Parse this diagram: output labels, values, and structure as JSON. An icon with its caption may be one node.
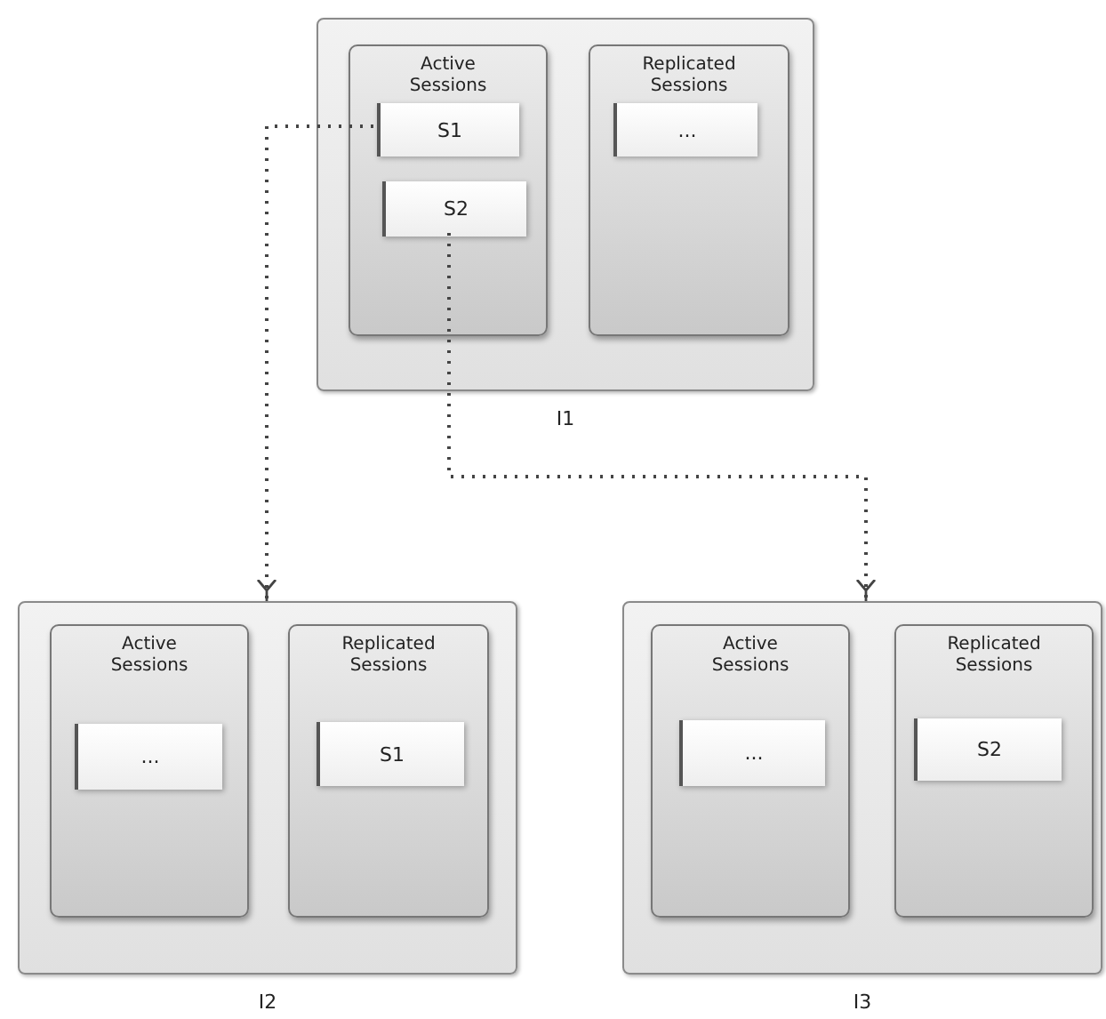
{
  "diagram": {
    "nodes": [
      {
        "text": [
          "I1"
        ]
      },
      {
        "text": [
          "Active Sessions"
        ],
        "in": 0
      },
      {
        "text": [
          "S1"
        ],
        "in": 1
      },
      {
        "text": [
          "S2"
        ],
        "in": 1
      },
      {
        "text": [
          "Replicated Sessions"
        ],
        "in": 0
      },
      {
        "text": [
          "..."
        ],
        "in": 4
      },
      {
        "text": [
          "I2"
        ]
      },
      {
        "text": [
          "Active Sessions"
        ],
        "in": 6
      },
      {
        "text": [
          "..."
        ],
        "in": 7
      },
      {
        "text": [
          "Replicated Sessions"
        ],
        "in": 6
      },
      {
        "text": [
          "S1"
        ],
        "in": 9
      },
      {
        "text": [
          "I3"
        ]
      },
      {
        "text": [
          "Active Sessions"
        ],
        "in": 11
      },
      {
        "text": [
          "..."
        ],
        "in": 12
      },
      {
        "text": [
          "Replicated Sessions"
        ],
        "in": 11
      },
      {
        "text": [
          "S2"
        ],
        "in": 14
      }
    ],
    "edges": [
      {
        "from": 2,
        "to": 6,
        "arrow": "to",
        "style": "dashed"
      },
      {
        "from": 3,
        "to": 11,
        "arrow": "to",
        "style": "dashed"
      }
    ]
  }
}
